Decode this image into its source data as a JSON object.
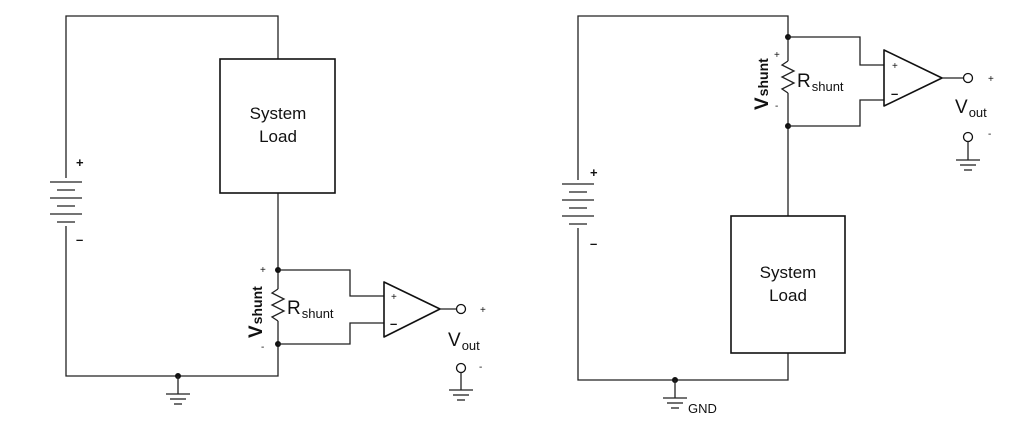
{
  "left_circuit": {
    "load_line1": "System",
    "load_line2": "Load",
    "battery_plus": "+",
    "battery_minus": "–",
    "shunt_plus": "+",
    "shunt_minus": "-",
    "vshunt_main": "V",
    "vshunt_sub": "shunt",
    "rshunt_main": "R",
    "rshunt_sub": "shunt",
    "amp_plus": "+",
    "amp_minus": "–",
    "vout_plus": "+",
    "vout_minus": "-",
    "vout_main": "V",
    "vout_sub": "out"
  },
  "right_circuit": {
    "load_line1": "System",
    "load_line2": "Load",
    "battery_plus": "+",
    "battery_minus": "–",
    "shunt_plus": "+",
    "shunt_minus": "-",
    "vshunt_main": "V",
    "vshunt_sub": "shunt",
    "rshunt_main": "R",
    "rshunt_sub": "shunt",
    "amp_plus": "+",
    "amp_minus": "–",
    "vout_plus": "+",
    "vout_minus": "-",
    "vout_main": "V",
    "vout_sub": "out",
    "gnd_label": "GND"
  }
}
